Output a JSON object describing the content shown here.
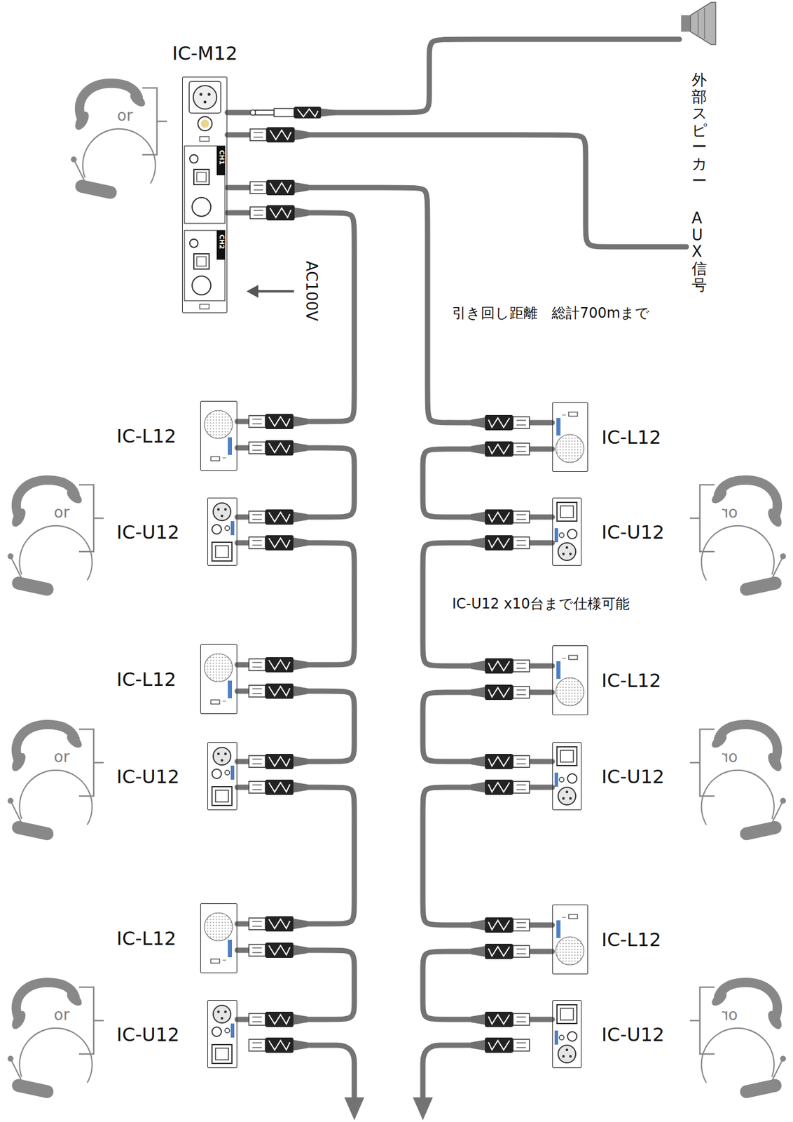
{
  "diagram": {
    "nodes": [
      {
        "text": [
          "IC-M12",
          "CH1",
          "CH2"
        ]
      },
      {
        "text": [
          "外部スピーカー"
        ]
      },
      {
        "text": [
          "AUX信号"
        ]
      },
      {
        "text": [
          "IC-L12"
        ]
      },
      {
        "text": [
          "IC-U12"
        ]
      },
      {
        "text": [
          "IC-L12"
        ]
      },
      {
        "text": [
          "IC-U12"
        ]
      },
      {
        "text": [
          "IC-L12"
        ]
      },
      {
        "text": [
          "IC-U12"
        ]
      },
      {
        "text": [
          "IC-L12"
        ]
      },
      {
        "text": [
          "IC-U12"
        ]
      },
      {
        "text": [
          "IC-L12"
        ]
      },
      {
        "text": [
          "IC-U12"
        ]
      },
      {
        "text": [
          "IC-L12"
        ]
      },
      {
        "text": [
          "IC-U12"
        ]
      }
    ],
    "edges": [
      {
        "from": 0,
        "to": 1,
        "arrow": "none"
      },
      {
        "from": 0,
        "to": 2,
        "arrow": "none"
      },
      {
        "from": 0,
        "to": 3,
        "arrow": "none"
      },
      {
        "from": 3,
        "to": 4,
        "arrow": "none"
      },
      {
        "from": 4,
        "to": 5,
        "arrow": "none"
      },
      {
        "from": 5,
        "to": 6,
        "arrow": "none"
      },
      {
        "from": 6,
        "to": 7,
        "arrow": "none"
      },
      {
        "from": 7,
        "to": 8,
        "arrow": "none"
      },
      {
        "from": 0,
        "to": 9,
        "arrow": "none"
      },
      {
        "from": 9,
        "to": 10,
        "arrow": "none"
      },
      {
        "from": 10,
        "to": 11,
        "arrow": "none"
      },
      {
        "from": 11,
        "to": 12,
        "arrow": "none"
      },
      {
        "from": 12,
        "to": 13,
        "arrow": "none"
      },
      {
        "from": 13,
        "to": 14,
        "arrow": "none"
      }
    ],
    "labels": [
      "or",
      "AC100V",
      "引き回し距離　総計700mまで",
      "or",
      "or",
      "IC-U12 x10台まで仕様可能",
      "or",
      "or",
      "or",
      "or"
    ]
  }
}
